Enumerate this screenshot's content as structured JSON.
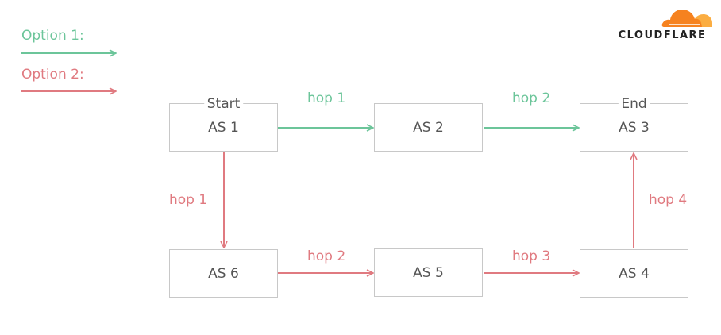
{
  "legend": {
    "option1": "Option 1:",
    "option2": "Option 2:"
  },
  "colors": {
    "option1": "#6cc59a",
    "option2": "#e07a80",
    "box_border": "#c8c8c8",
    "text": "#555555"
  },
  "logo": {
    "text": "CLOUDFLARE",
    "icon": "cloud-icon",
    "colors": [
      "#f6821f",
      "#fbad41"
    ]
  },
  "nodes": {
    "as1": {
      "label": "AS 1",
      "tag": "Start"
    },
    "as2": {
      "label": "AS 2"
    },
    "as3": {
      "label": "AS 3",
      "tag": "End"
    },
    "as4": {
      "label": "AS 4"
    },
    "as5": {
      "label": "AS 5"
    },
    "as6": {
      "label": "AS 6"
    }
  },
  "option1_hops": [
    {
      "label": "hop 1"
    },
    {
      "label": "hop 2"
    }
  ],
  "option2_hops": [
    {
      "label": "hop 1"
    },
    {
      "label": "hop 2"
    },
    {
      "label": "hop 3"
    },
    {
      "label": "hop 4"
    }
  ]
}
